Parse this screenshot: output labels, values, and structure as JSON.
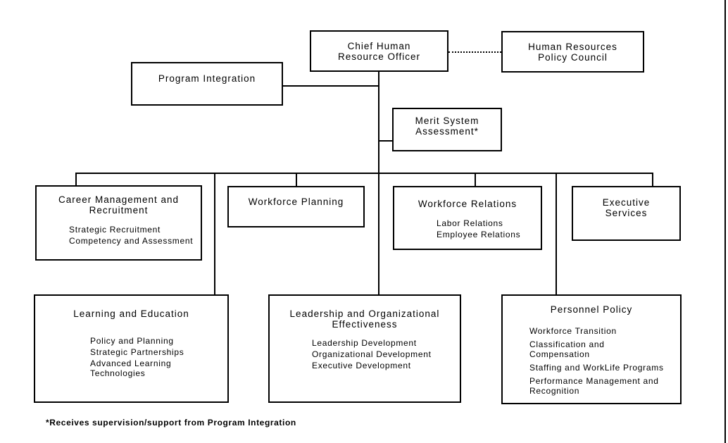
{
  "diagram": {
    "type": "org-chart",
    "colors": {
      "line": "#000000",
      "background": "#ffffff",
      "text": "#000000"
    },
    "nodes": {
      "chief_human_resource_officer": {
        "title": "Chief Human\nResource Officer"
      },
      "human_resources_policy_council": {
        "title": "Human Resources\nPolicy Council"
      },
      "program_integration": {
        "title": "Program Integration"
      },
      "merit_system_assessment": {
        "title": "Merit System\nAssessment*"
      },
      "career_management_recruitment": {
        "title": "Career Management and\nRecruitment",
        "items": [
          "Strategic Recruitment",
          "Competency and Assessment"
        ]
      },
      "workforce_planning": {
        "title": "Workforce Planning"
      },
      "workforce_relations": {
        "title": "Workforce Relations",
        "items": [
          "Labor Relations",
          "Employee Relations"
        ]
      },
      "executive_services": {
        "title": "Executive\nServices"
      },
      "learning_education": {
        "title": "Learning and Education",
        "items": [
          "Policy and Planning",
          "Strategic Partnerships",
          "Advanced Learning\nTechnologies"
        ]
      },
      "leadership_organizational_effectiveness": {
        "title": "Leadership and Organizational\nEffectiveness",
        "items": [
          "Leadership Development",
          "Organizational Development",
          "Executive Development"
        ]
      },
      "personnel_policy": {
        "title": "Personnel Policy",
        "items": [
          "Workforce Transition",
          "Classification and\nCompensation",
          "Staffing and WorkLife Programs",
          "Performance Management and\nRecognition"
        ]
      }
    },
    "connections": [
      {
        "from": "chief_human_resource_officer",
        "to": "human_resources_policy_council",
        "style": "dotted"
      },
      {
        "from": "chief_human_resource_officer",
        "to": "program_integration",
        "style": "solid"
      },
      {
        "from": "chief_human_resource_officer",
        "to": "merit_system_assessment",
        "style": "solid"
      },
      {
        "from": "chief_human_resource_officer",
        "to": "career_management_recruitment",
        "style": "solid"
      },
      {
        "from": "chief_human_resource_officer",
        "to": "workforce_planning",
        "style": "solid"
      },
      {
        "from": "chief_human_resource_officer",
        "to": "workforce_relations",
        "style": "solid"
      },
      {
        "from": "chief_human_resource_officer",
        "to": "executive_services",
        "style": "solid"
      },
      {
        "from": "chief_human_resource_officer",
        "to": "learning_education",
        "style": "solid"
      },
      {
        "from": "chief_human_resource_officer",
        "to": "leadership_organizational_effectiveness",
        "style": "solid"
      },
      {
        "from": "chief_human_resource_officer",
        "to": "personnel_policy",
        "style": "solid"
      }
    ],
    "footnote": "*Receives supervision/support from Program Integration"
  }
}
